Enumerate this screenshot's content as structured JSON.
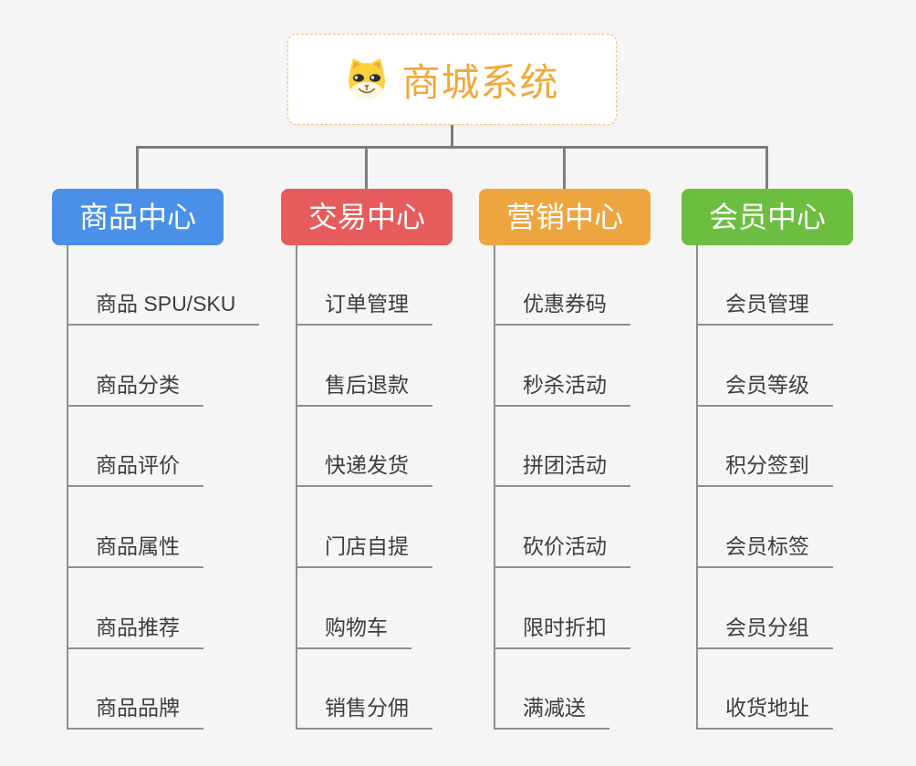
{
  "canvas": {
    "background": "#f5f5f5",
    "connector_color": "#7d7d7d",
    "underline_color": "#8f8f8f"
  },
  "root": {
    "label": "商城系统",
    "icon": "dog-face-icon",
    "text_color": "#f0a93c",
    "border_color": "#f2c27d"
  },
  "branches": [
    {
      "label": "商品中心",
      "color": "#4a90e9",
      "items": [
        "商品 SPU/SKU",
        "商品分类",
        "商品评价",
        "商品属性",
        "商品推荐",
        "商品品牌"
      ]
    },
    {
      "label": "交易中心",
      "color": "#e65c5c",
      "items": [
        "订单管理",
        "售后退款",
        "快递发货",
        "门店自提",
        "购物车",
        "销售分佣"
      ]
    },
    {
      "label": "营销中心",
      "color": "#eda63f",
      "items": [
        "优惠券码",
        "秒杀活动",
        "拼团活动",
        "砍价活动",
        "限时折扣",
        "满减送"
      ]
    },
    {
      "label": "会员中心",
      "color": "#6cbe41",
      "items": [
        "会员管理",
        "会员等级",
        "积分签到",
        "会员标签",
        "会员分组",
        "收货地址"
      ]
    }
  ]
}
